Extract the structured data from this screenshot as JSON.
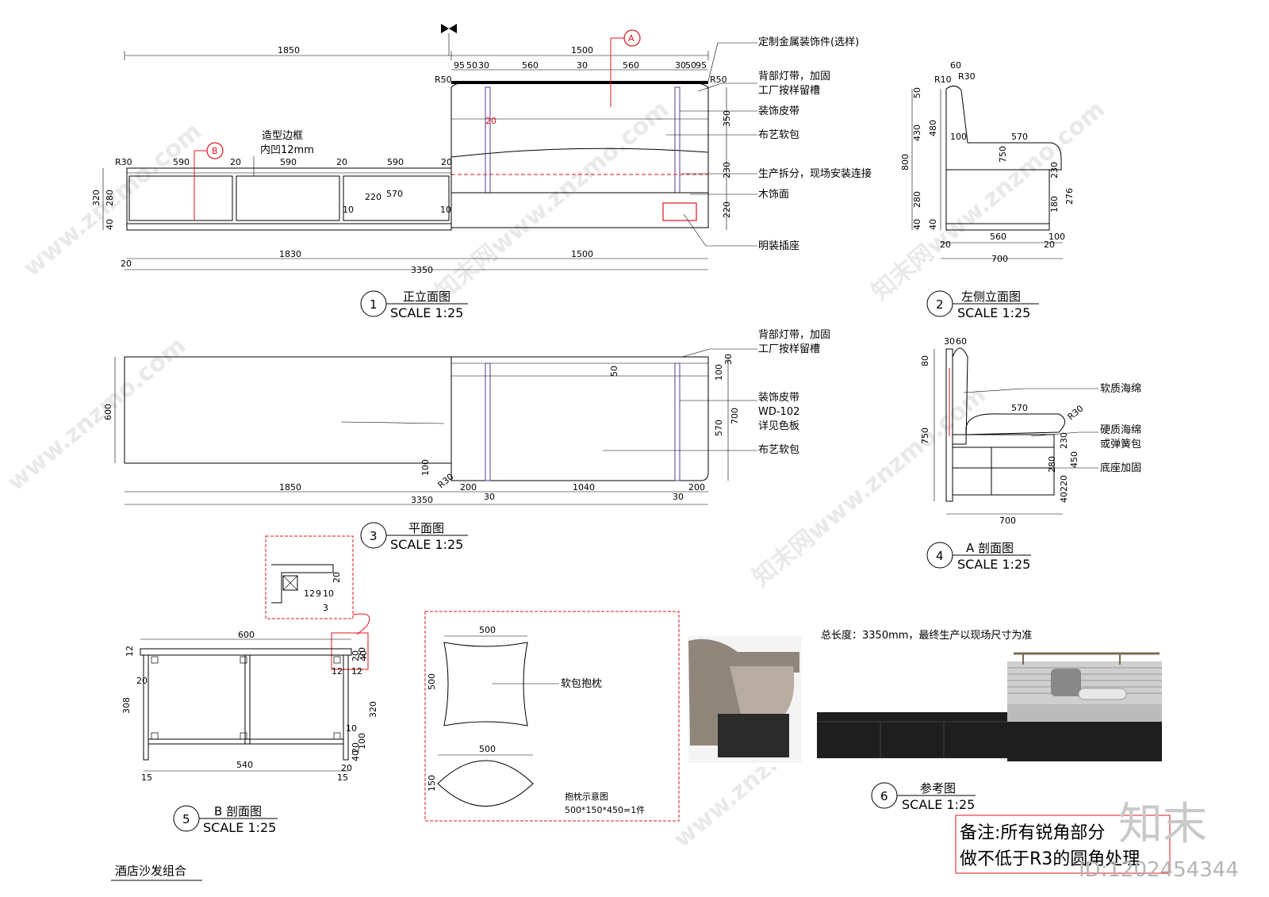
{
  "watermarks": [
    "www.znzmo.com",
    "知末网www.znzmo.com",
    "知末网www.znzmo.com",
    "www.znzmo.com",
    "知末网www.znzmo.com",
    "www.znzmo.com"
  ],
  "brand": {
    "logo": "知末",
    "id": "ID:1202454344"
  },
  "sheet_title": "酒店沙发组合",
  "views": {
    "front": {
      "num": "1",
      "title": "正立面图",
      "scale": "SCALE 1:25"
    },
    "left": {
      "num": "2",
      "title": "左侧立面图",
      "scale": "SCALE 1:25"
    },
    "plan": {
      "num": "3",
      "title": "平面图",
      "scale": "SCALE 1:25"
    },
    "sectionA": {
      "num": "4",
      "title": "A 剖面图",
      "scale": "SCALE 1:25"
    },
    "sectionB": {
      "num": "5",
      "title": "B 剖面图",
      "scale": "SCALE 1:25"
    },
    "reference": {
      "num": "6",
      "title": "参考图",
      "scale": "SCALE 1:25"
    }
  },
  "callouts": {
    "front": [
      "定制金属装饰件(选样)",
      "背部灯带，加固",
      "工厂按样留槽",
      "装饰皮带",
      "布艺软包",
      "生产拆分，现场安装连接",
      "木饰面",
      "明装插座"
    ],
    "frame": [
      "造型边框",
      "内凹12mm"
    ],
    "plan": [
      "背部灯带，加固",
      "工厂按样留槽",
      "装饰皮带",
      "WD-102",
      "详见色板",
      "布艺软包"
    ],
    "sectionA": [
      "软质海绵",
      "硬质海绵",
      "或弹簧包",
      "底座加固"
    ],
    "pillow": [
      "软包抱枕",
      "抱枕示意图",
      "500*150*450=1件"
    ]
  },
  "markers": {
    "A": "A",
    "B": "B"
  },
  "reference_note": "总长度：3350mm，最终生产以现场尺寸为准",
  "remark": [
    "备注:所有锐角部分",
    "做不低于R3的圆角处理"
  ],
  "dims": {
    "front_top": [
      "1850",
      "1500"
    ],
    "front_sub": [
      "95",
      "50",
      "30",
      "560",
      "30",
      "560",
      "30",
      "50",
      "95"
    ],
    "front_bench": [
      "590",
      "20",
      "590",
      "20",
      "590",
      "20"
    ],
    "front_bottom": [
      "1830",
      "1500",
      "20",
      "3350"
    ],
    "front_left": [
      "320",
      "280",
      "40"
    ],
    "front_right": [
      "350",
      "230",
      "220"
    ],
    "front_inner": [
      "220",
      "570",
      "10",
      "10",
      "20",
      "R50",
      "R50",
      "R30"
    ],
    "left_top": [
      "60",
      "R10",
      "R30"
    ],
    "left_side": [
      "50",
      "430",
      "480",
      "800",
      "280",
      "40",
      "40"
    ],
    "left_right": [
      "570",
      "100",
      "750",
      "230",
      "180",
      "276"
    ],
    "left_bottom": [
      "20",
      "560",
      "20",
      "100",
      "700"
    ],
    "plan_left": [
      "600"
    ],
    "plan_right": [
      "30",
      "100",
      "570",
      "700",
      "50"
    ],
    "plan_bottom": [
      "1850",
      "3350",
      "200",
      "1040",
      "200",
      "30",
      "30",
      "100",
      "R30"
    ],
    "secA": [
      "30",
      "60",
      "80",
      "750",
      "570",
      "R30",
      "230",
      "280",
      "450",
      "220",
      "40",
      "700"
    ],
    "secB": [
      "600",
      "12",
      "20",
      "308",
      "320",
      "540",
      "15",
      "15",
      "12",
      "12",
      "10",
      "20",
      "40",
      "20",
      "100",
      "20",
      "40",
      "20"
    ],
    "detail": [
      "12",
      "9",
      "10",
      "20",
      "3"
    ],
    "pillow": [
      "500",
      "500",
      "500",
      "150"
    ]
  }
}
